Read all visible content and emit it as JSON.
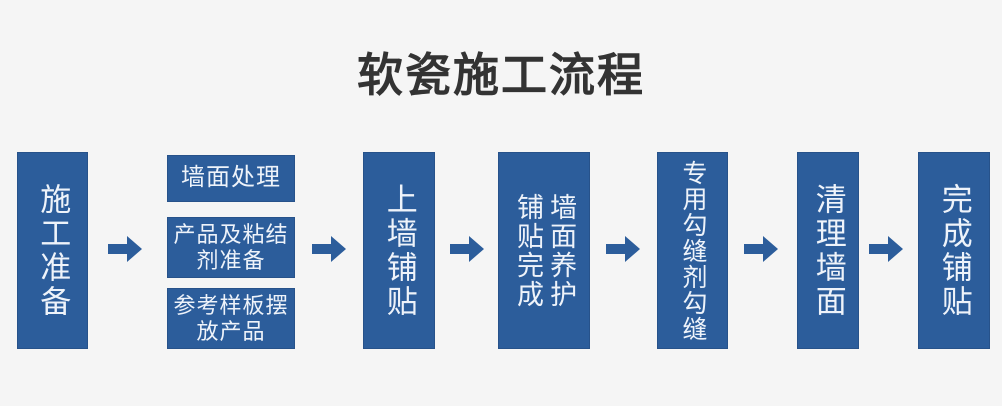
{
  "page": {
    "title": "软瓷施工流程",
    "background_color": "#f5f5f5",
    "title_color": "#333333",
    "box_fill_color": "#2c5d9b",
    "box_border_color": "#27528a",
    "box_text_color": "#eef3fa",
    "arrow_color": "#2c5d9b"
  },
  "flow": {
    "steps": [
      {
        "id": "prep",
        "label": "施工准备",
        "orientation": "vertical"
      },
      {
        "id": "wallprep",
        "label": "墙面处理",
        "orientation": "horizontal"
      },
      {
        "id": "material",
        "label": "产品及粘结剂准备",
        "orientation": "horizontal"
      },
      {
        "id": "sample",
        "label": "参考样板摆放产品",
        "orientation": "horizontal"
      },
      {
        "id": "lay",
        "label": "上墙铺贴",
        "orientation": "vertical"
      },
      {
        "id": "finish_a",
        "label": "铺贴完成",
        "orientation": "vertical"
      },
      {
        "id": "finish_b",
        "label": "墙面养护",
        "orientation": "vertical"
      },
      {
        "id": "grout",
        "label": "专用勾缝剂勾缝",
        "orientation": "vertical"
      },
      {
        "id": "clean",
        "label": "清理墙面",
        "orientation": "vertical"
      },
      {
        "id": "done",
        "label": "完成铺贴",
        "orientation": "vertical"
      }
    ],
    "arrows": [
      {
        "id": "arrow-1",
        "glyph": "→"
      },
      {
        "id": "arrow-2",
        "glyph": "→"
      },
      {
        "id": "arrow-3",
        "glyph": "→"
      },
      {
        "id": "arrow-4",
        "glyph": "→"
      },
      {
        "id": "arrow-5",
        "glyph": "→"
      },
      {
        "id": "arrow-6",
        "glyph": "→"
      }
    ]
  }
}
